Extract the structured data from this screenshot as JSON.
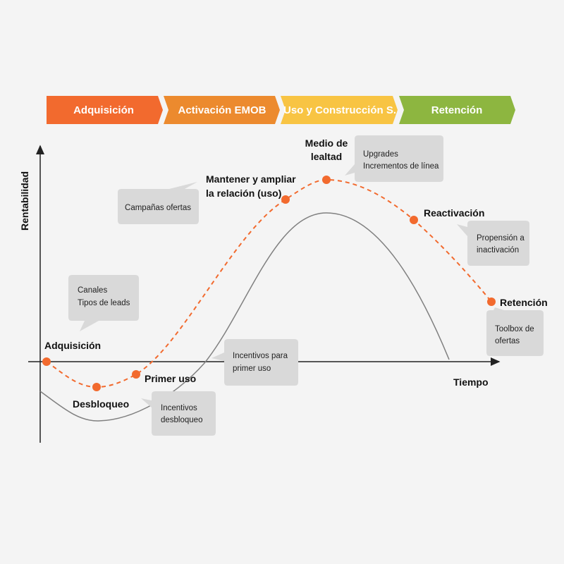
{
  "stages": [
    {
      "label": "Adquisición",
      "color": "#f26a2e"
    },
    {
      "label": "Activación EMOB",
      "color": "#ec8a2e"
    },
    {
      "label": "Uso y Construcción S.",
      "color": "#f8c443"
    },
    {
      "label": "Retención",
      "color": "#8db640"
    }
  ],
  "axes": {
    "y_label": "Rentabilidad",
    "x_label": "Tiempo"
  },
  "milestones": {
    "adquisicion": "Adquisición",
    "desbloqueo": "Desbloqueo",
    "primer_uso": "Primer uso",
    "mantener_1": "Mantener y ampliar",
    "mantener_2": "la relación (uso)",
    "medio_1": "Medio de",
    "medio_2": "lealtad",
    "reactivacion": "Reactivación",
    "retencion": "Retención"
  },
  "bubbles": {
    "campanas": [
      "Campañas ofertas"
    ],
    "canales": [
      "Canales",
      "Tipos de leads"
    ],
    "upgrades": [
      "Upgrades",
      "Incrementos de línea"
    ],
    "propension": [
      "Propensión a",
      "inactivación"
    ],
    "toolbox": [
      "Toolbox de",
      "ofertas"
    ],
    "incentivos_primer": [
      "Incentivos para",
      "primer uso"
    ],
    "incentivos_desbloqueo": [
      "Incentivos",
      "desbloqueo"
    ]
  },
  "colors": {
    "accent": "#f26a2e",
    "curve": "#808080",
    "axis": "#222222",
    "bubble": "#d9d9d9"
  }
}
